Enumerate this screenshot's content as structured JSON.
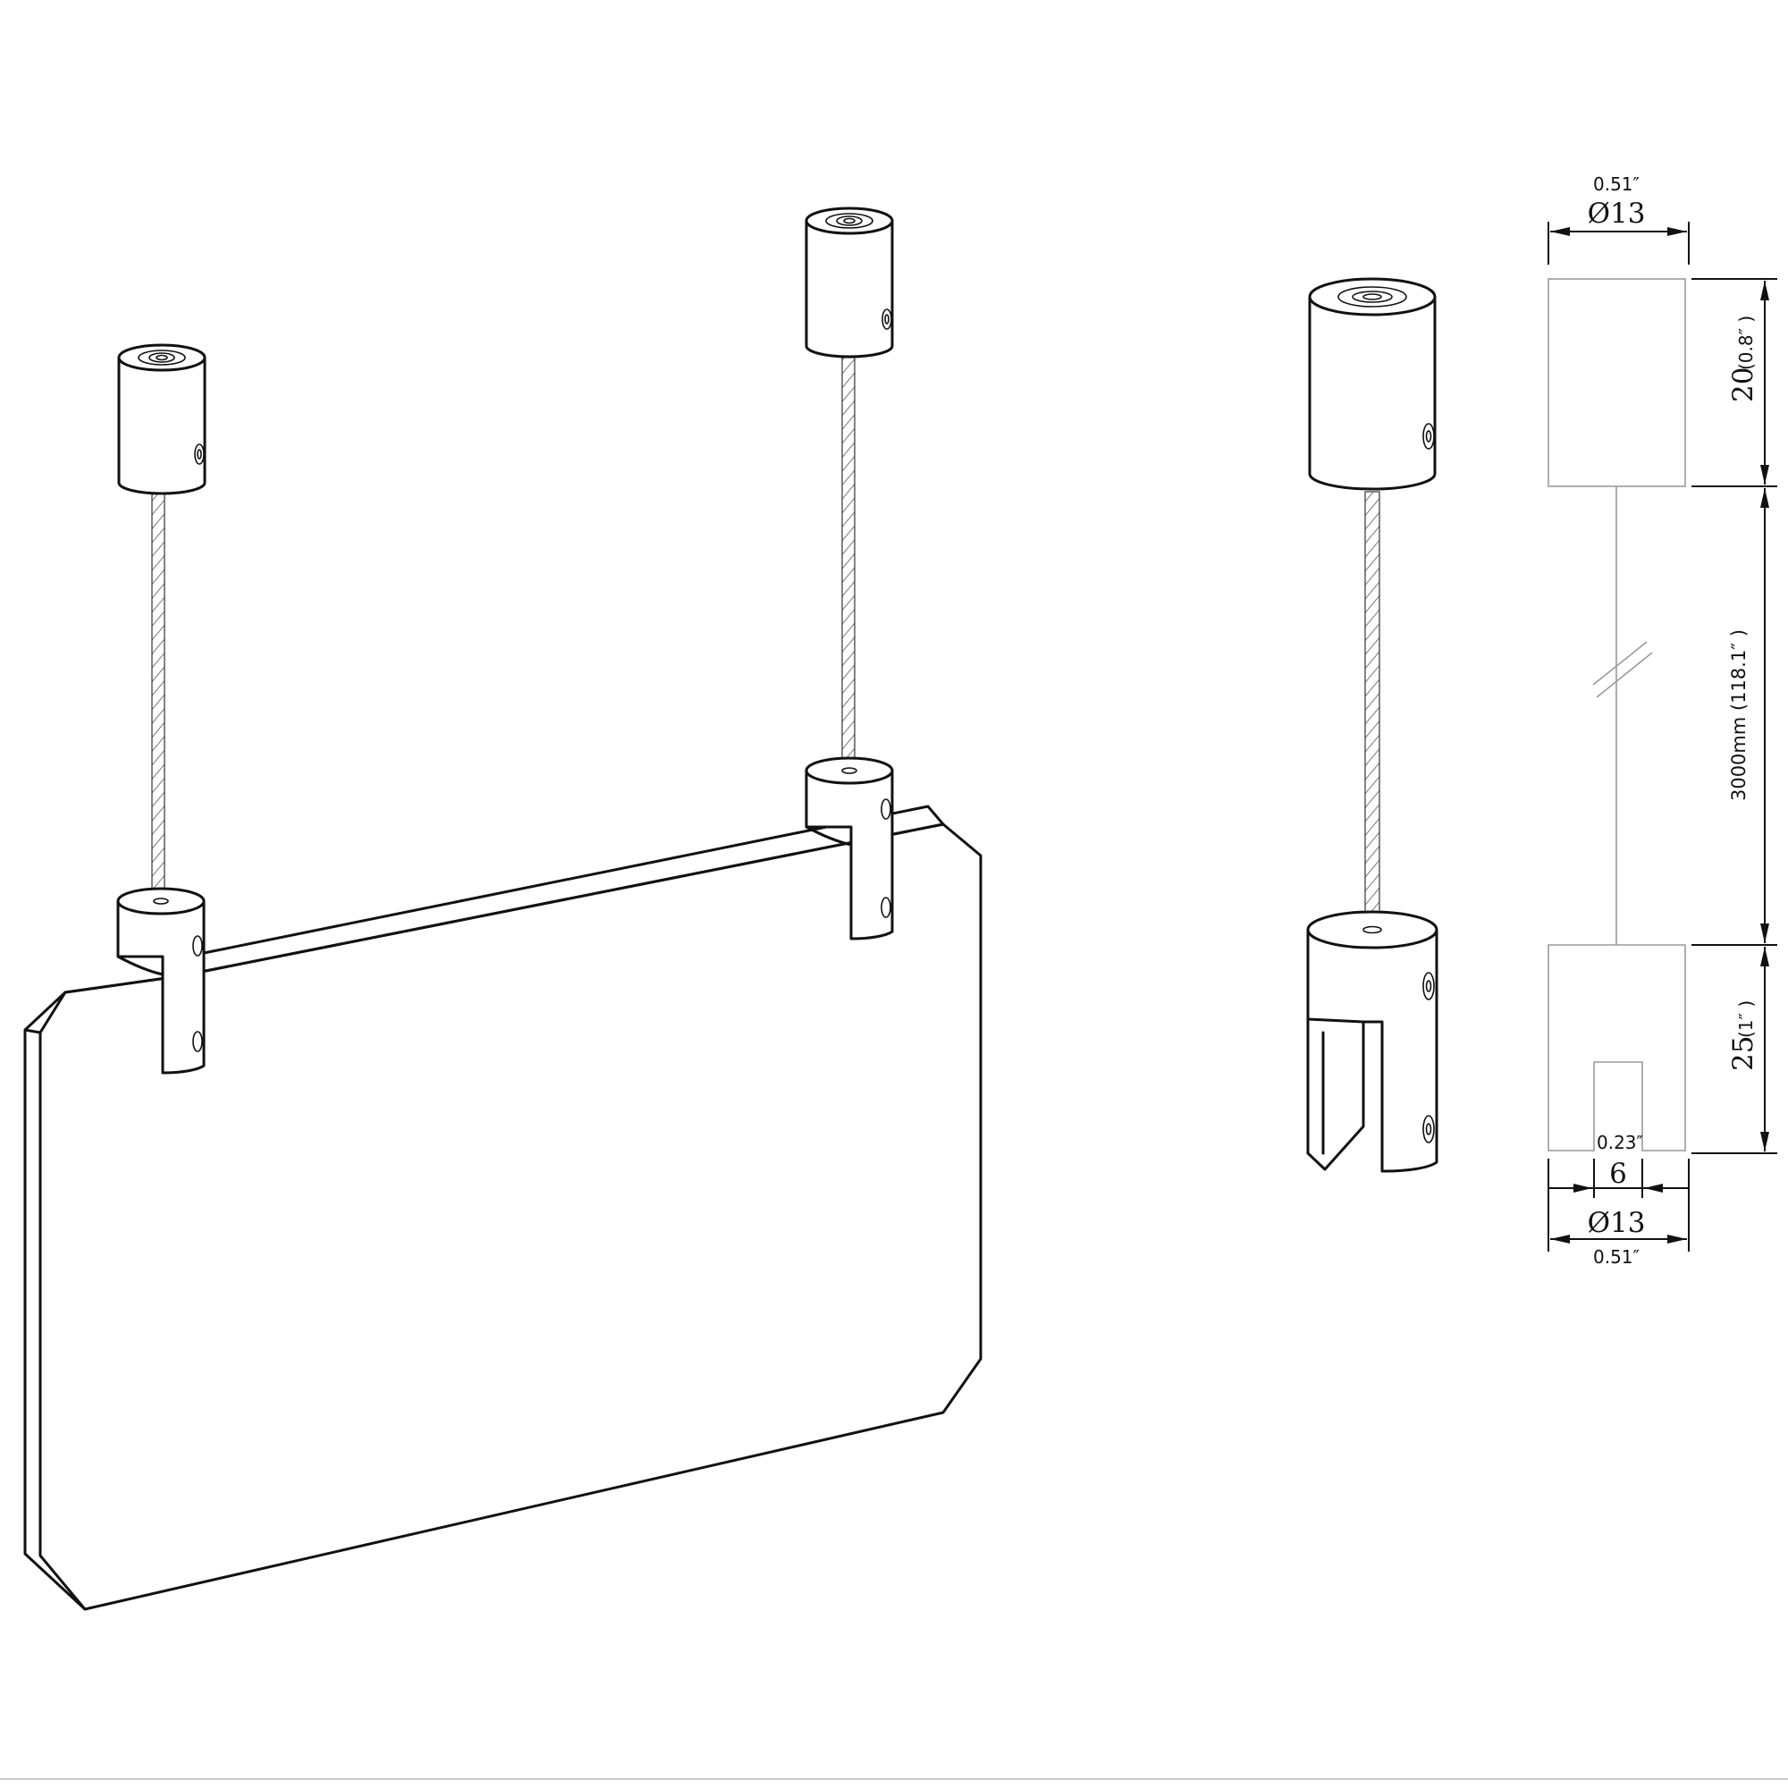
{
  "dimensions": {
    "top_diameter_in": "0.51″",
    "top_diameter_mm": "Ø13",
    "top_height_mm": "20",
    "top_height_in": "(0.8″ )",
    "cable_length": "3000mm (118.1″ )",
    "bottom_height_mm": "25",
    "bottom_height_in": "(1″ )",
    "slot_width_in": "0.23″",
    "slot_width_mm": "6",
    "bottom_diameter_mm": "Ø13",
    "bottom_diameter_in": "0.51″"
  }
}
